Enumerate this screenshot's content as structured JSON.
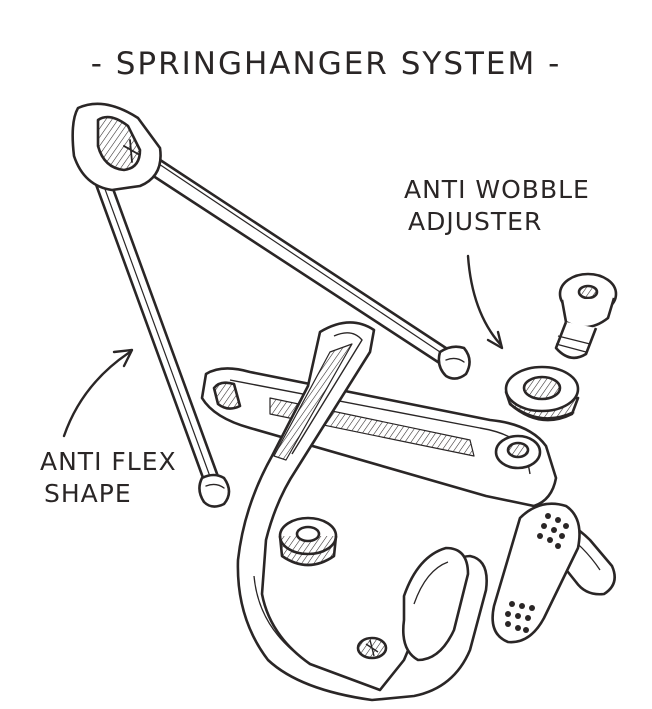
{
  "title": "- SPRINGHANGER SYSTEM -",
  "callouts": {
    "anti_wobble": {
      "line1": "ANTI WOBBLE",
      "line2": "ADJUSTER"
    },
    "anti_flex": {
      "line1": "ANTI FLEX",
      "line2": "SHAPE"
    }
  },
  "colors": {
    "ink": "#2a2626",
    "paper": "#ffffff",
    "shade": "#d9d4d2"
  },
  "icons": [
    "springhanger-icon",
    "brake-arm-icon",
    "bolt-icon",
    "nut-icon",
    "brake-pad-icon",
    "arrow-icon"
  ]
}
